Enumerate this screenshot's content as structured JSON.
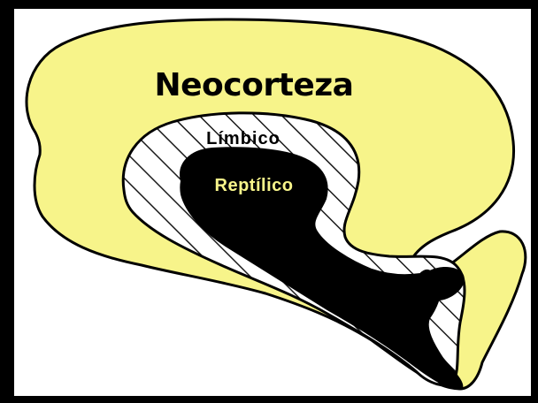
{
  "diagram": {
    "labels": {
      "neocortex": "Neocorteza",
      "limbic": "Límbico",
      "reptilian": "Reptílico"
    },
    "colors": {
      "neocortex_fill": "#f7f48a",
      "limbic_fill": "#ffffff",
      "limbic_hatch": "#1a1a1a",
      "reptilian_fill": "#000000",
      "outline": "#000000",
      "neocortex_text": "#000000",
      "limbic_text": "#000000",
      "reptilian_text": "#f7f48a",
      "frame_outer": "#000000",
      "frame_inner": "#ffffff"
    }
  }
}
